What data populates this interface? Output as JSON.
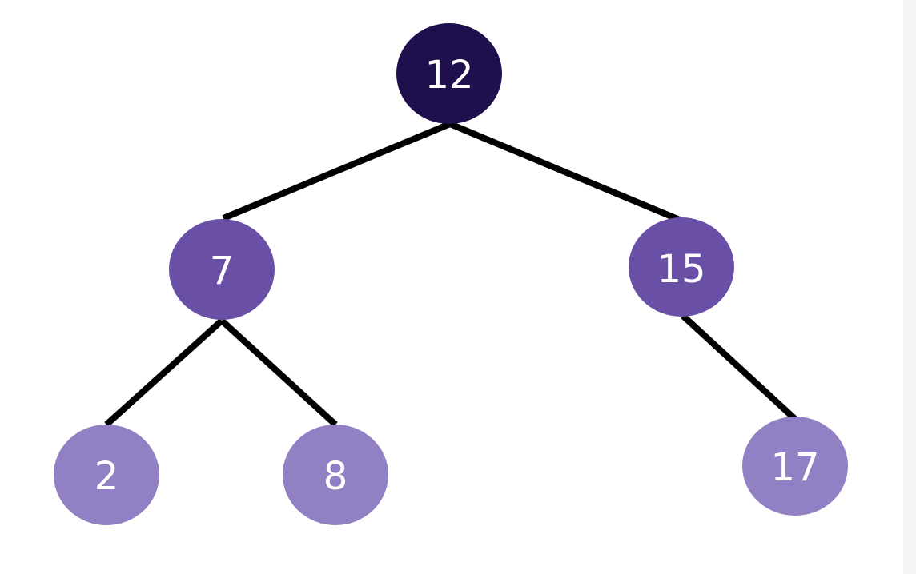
{
  "tree": {
    "nodes": [
      {
        "id": "n12",
        "label": "12",
        "level": "root",
        "color": "#1f0f4d"
      },
      {
        "id": "n7",
        "label": "7",
        "level": "internal",
        "color": "#6a4fa7"
      },
      {
        "id": "n15",
        "label": "15",
        "level": "internal",
        "color": "#6a4fa7"
      },
      {
        "id": "n2",
        "label": "2",
        "level": "leaf",
        "color": "#9180c3"
      },
      {
        "id": "n8",
        "label": "8",
        "level": "leaf",
        "color": "#9180c3"
      },
      {
        "id": "n17",
        "label": "17",
        "level": "leaf",
        "color": "#9180c3"
      }
    ],
    "edges": [
      {
        "from": "n12",
        "to": "n7"
      },
      {
        "from": "n12",
        "to": "n15"
      },
      {
        "from": "n7",
        "to": "n2"
      },
      {
        "from": "n7",
        "to": "n8"
      },
      {
        "from": "n15",
        "to": "n17"
      }
    ]
  }
}
